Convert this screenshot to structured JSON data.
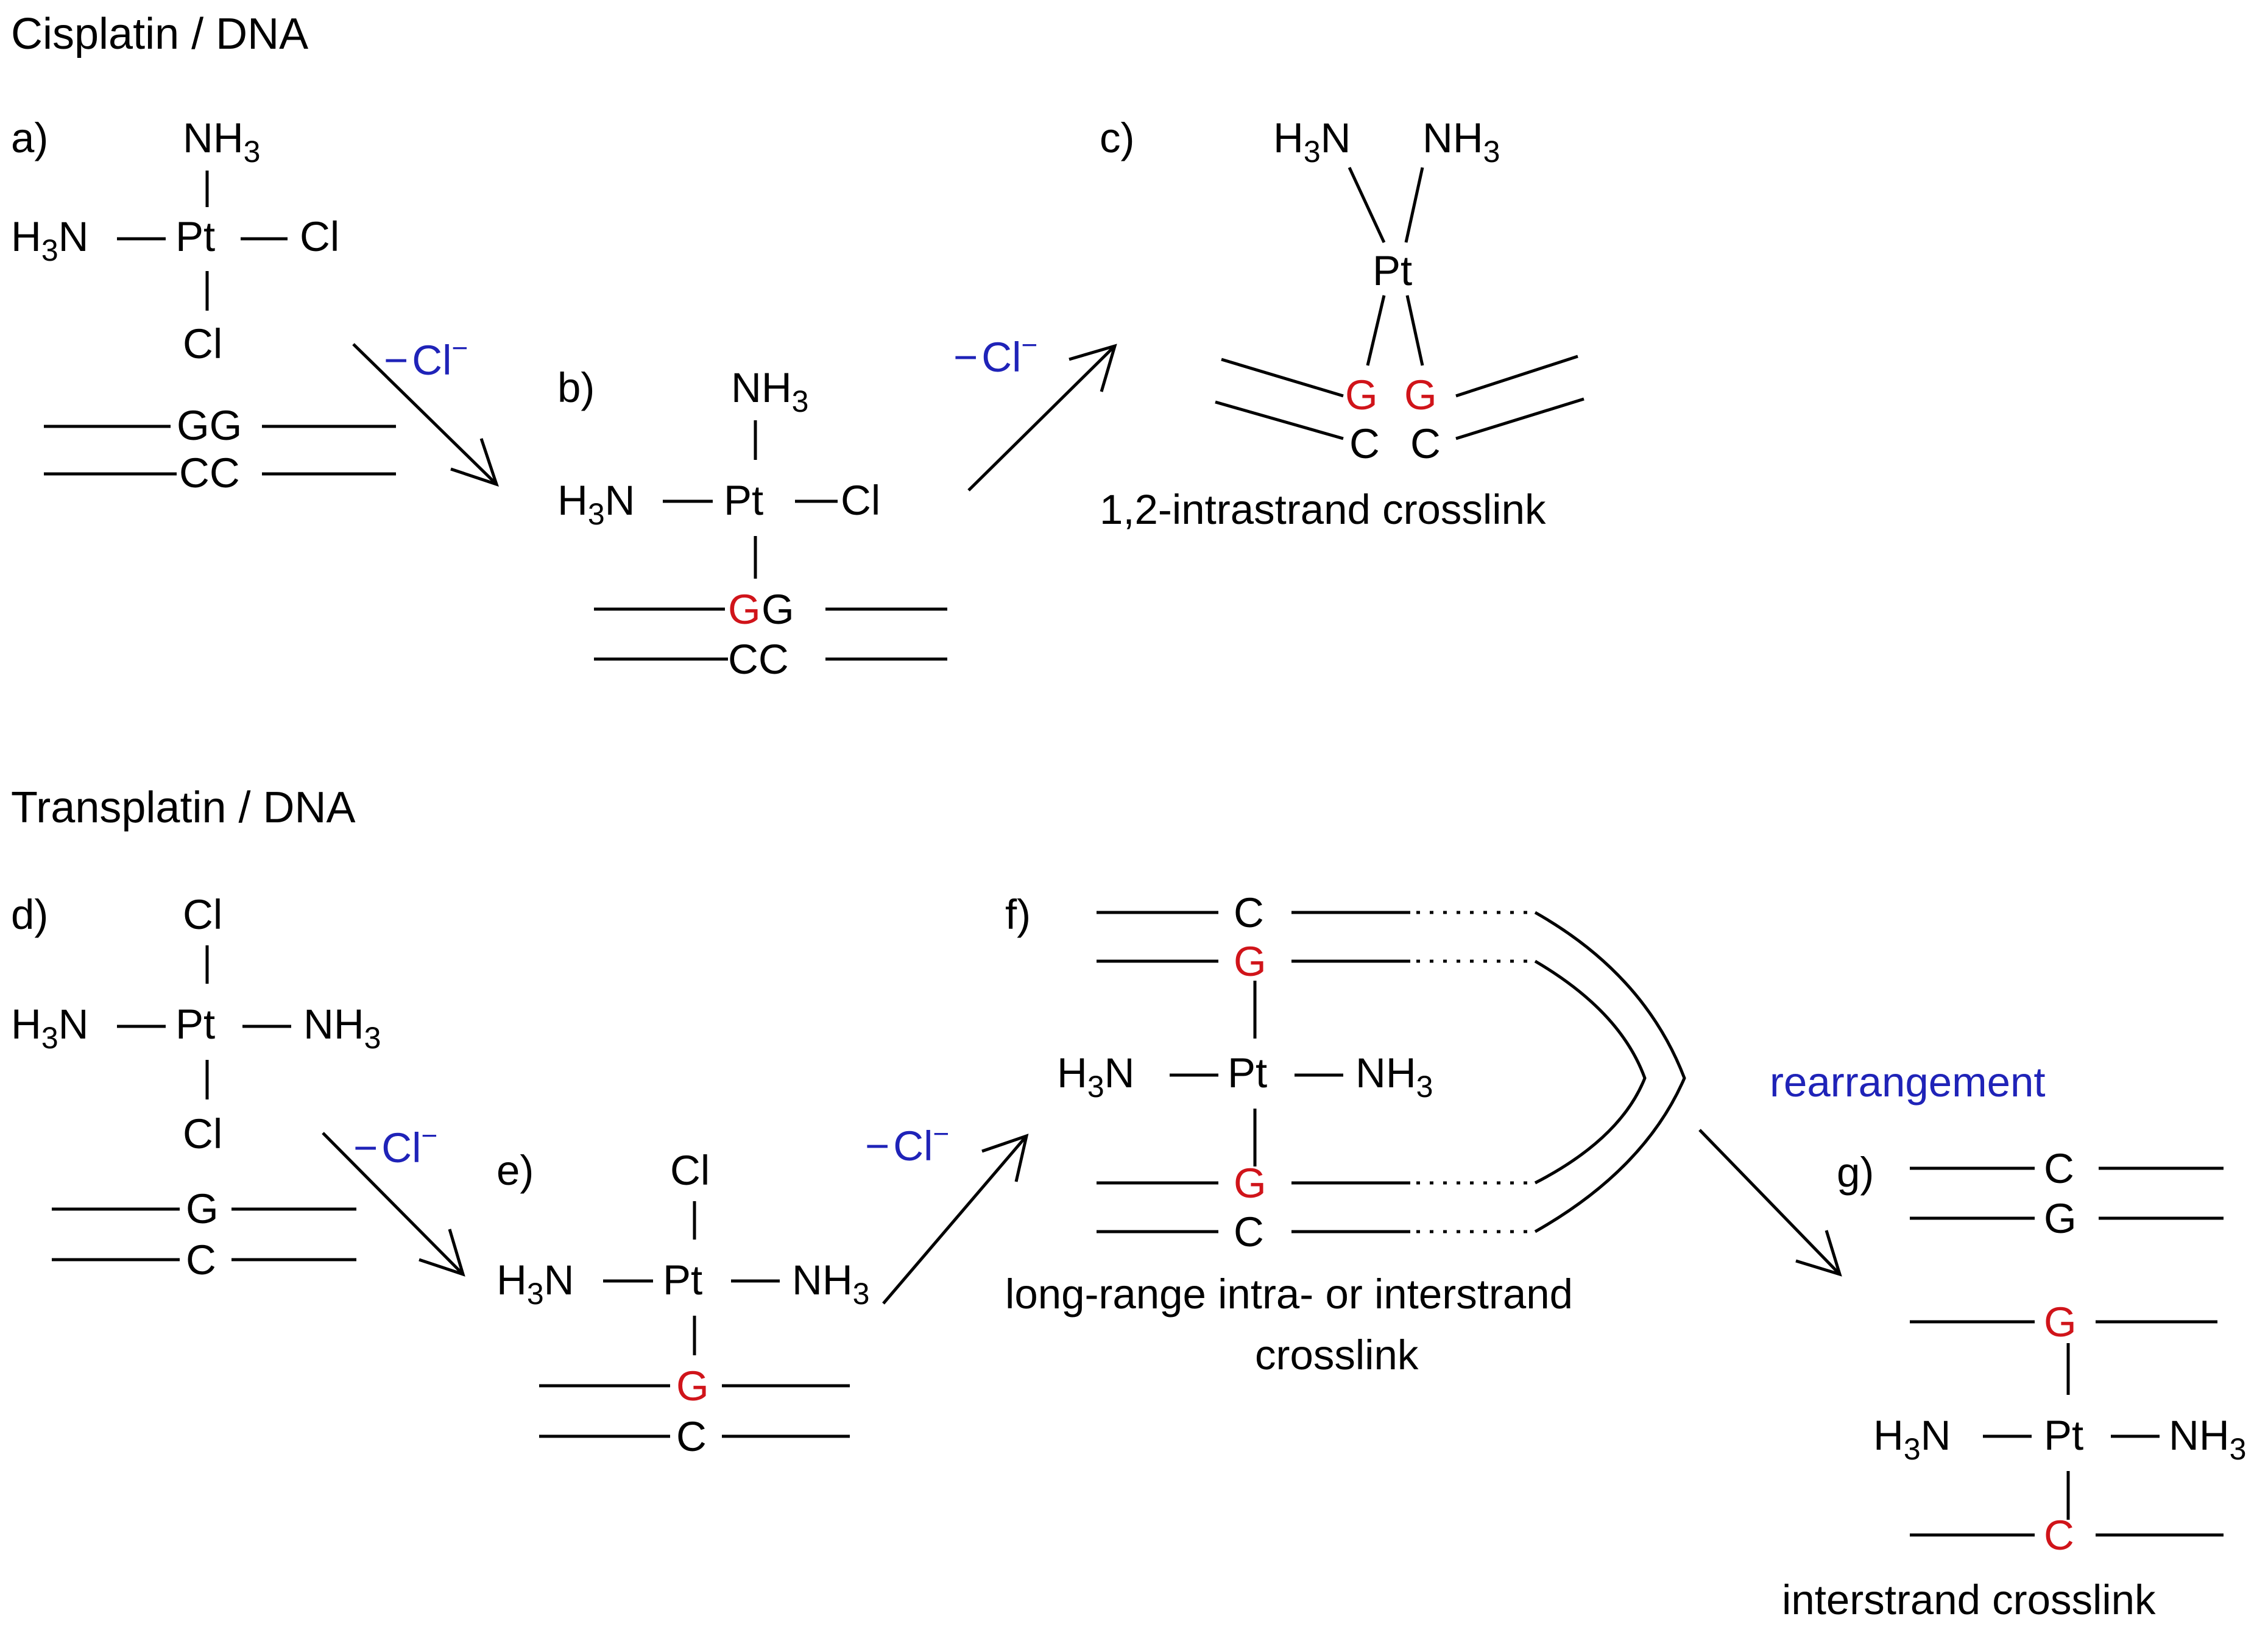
{
  "colors": {
    "guanine_highlight": "#d0141a",
    "reaction_text": "#1f23b8",
    "ink": "#000000"
  },
  "sections": {
    "cisplatin_title": "Cisplatin / DNA",
    "transplatin_title": "Transplatin / DNA"
  },
  "panel_labels": {
    "a": "a)",
    "b": "b)",
    "c": "c)",
    "d": "d)",
    "e": "e)",
    "f": "f)",
    "g": "g)"
  },
  "atoms": {
    "pt": "Pt",
    "cl": "Cl",
    "nh": "NH",
    "h": "H",
    "n": "N",
    "sub3": "3"
  },
  "bases": {
    "g": "G",
    "c": "C",
    "gg": "GG",
    "cc": "CC"
  },
  "reactions": {
    "loss_minus": "−",
    "loss_cl": "Cl",
    "loss_charge": "−"
  },
  "captions": {
    "c": "1,2-intrastrand crosslink",
    "f_line1": "long-range intra- or interstrand",
    "f_line2": "crosslink",
    "g": "interstrand crosslink",
    "rearrangement": "rearrangement"
  }
}
